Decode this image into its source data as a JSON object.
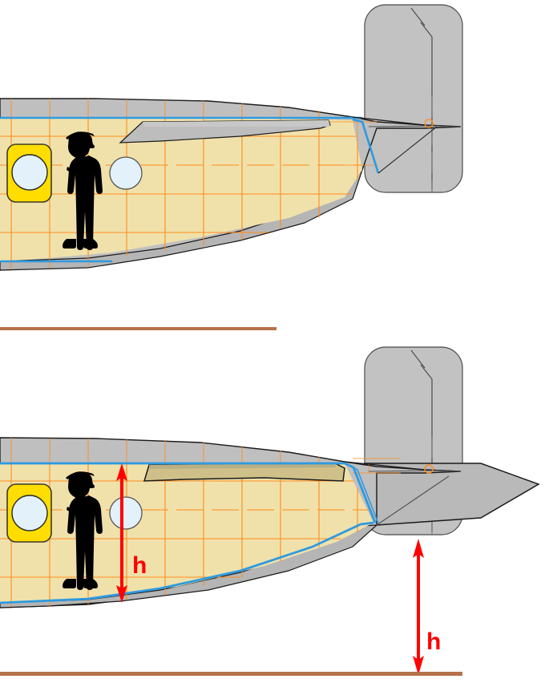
{
  "document": {
    "type": "technical-drawing",
    "subject": "ship hull longitudinal section comparison",
    "view_count": 2
  },
  "colors": {
    "hull_shell": "#bfbfbf",
    "hull_shell_dark": "#a8a8a8",
    "interior_fill": "#f0e1ab",
    "interior_fill_shadow": "#cfc08a",
    "deck_line_blue": "#2e9ae0",
    "grid_orange": "#ff8c1a",
    "outline_black": "#1a1a1a",
    "window_yellow": "#ffdd00",
    "porthole_glass": "#e3f1fb",
    "figure_silhouette": "#000000",
    "dimension_red": "#ff0000",
    "waterline_brown": "#b5714a",
    "plan_view_gray": "#c0c0c0"
  },
  "views": [
    {
      "id": "upper-view",
      "name": "upper-hull-section",
      "label": "",
      "has_dimension": false,
      "bow_extends": false
    },
    {
      "id": "lower-view",
      "name": "lower-hull-section",
      "label": "",
      "has_dimension": true,
      "bow_extends": true
    }
  ],
  "annotations": {
    "deck_height_label": "h",
    "freeboard_label": "h"
  },
  "figure": {
    "name": "human-scale-figure",
    "description": "standing person silhouette with cap, arms crossed"
  },
  "openings": {
    "emergency_window_label": "",
    "porthole_label": ""
  },
  "separators": {
    "upper_baseline": "",
    "lower_baseline": ""
  }
}
